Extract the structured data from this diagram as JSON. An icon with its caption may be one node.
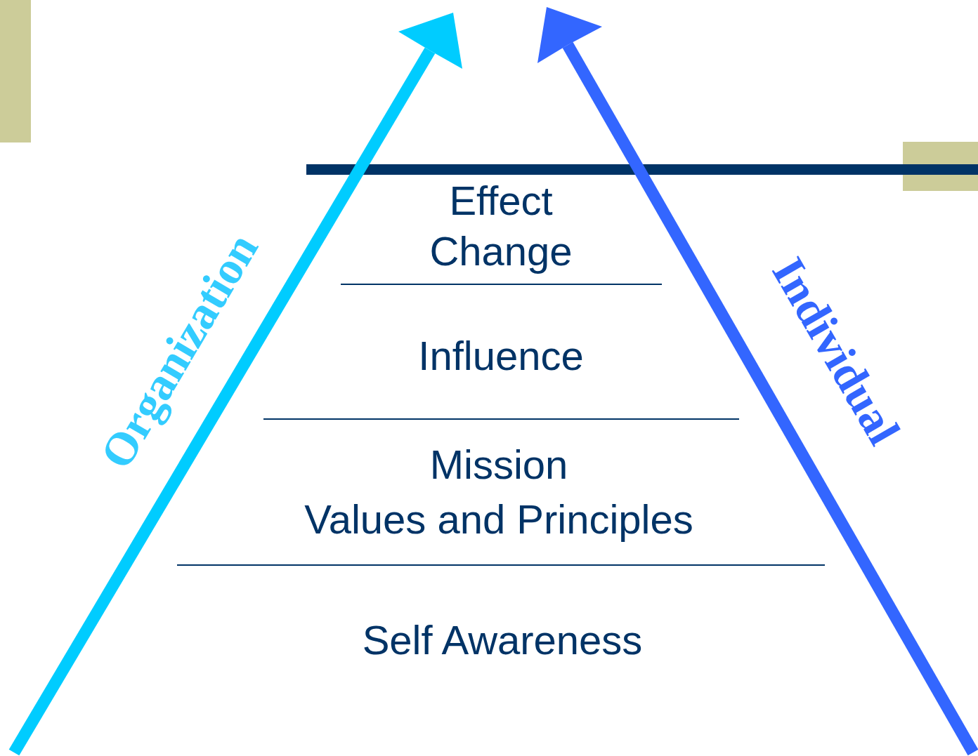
{
  "diagram": {
    "labels": [
      "Organization",
      "Effect Change",
      "Influence",
      "Mission",
      "Values and Principles",
      "Self Awareness",
      "Individual"
    ]
  }
}
